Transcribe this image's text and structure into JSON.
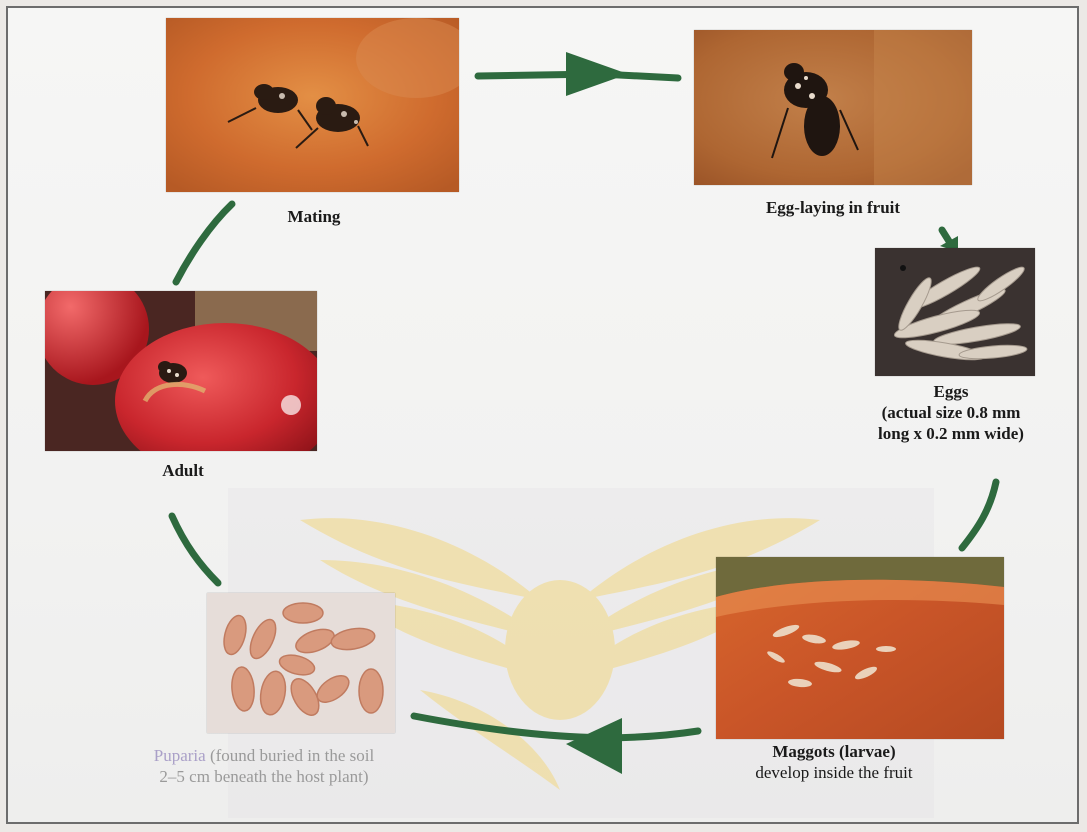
{
  "diagram": {
    "nodes": {
      "mating": {
        "label": "Mating"
      },
      "egg_laying": {
        "label": "Egg-laying in fruit"
      },
      "eggs": {
        "label": "Eggs",
        "detail_line1": "(actual size 0.8 mm",
        "detail_line2": "long x 0.2 mm wide)"
      },
      "maggots": {
        "label": "Maggots (larvae)",
        "detail": "develop inside the fruit"
      },
      "puparia": {
        "label": "Puparia",
        "detail_line1": "(found buried in the soil",
        "detail_line2": "2–5 cm beneath the host plant)"
      },
      "adult": {
        "label": "Adult"
      }
    },
    "cycle_order": [
      "mating",
      "egg_laying",
      "eggs",
      "maggots",
      "puparia",
      "adult"
    ],
    "colors": {
      "arrow": "#2e6a3e",
      "caption_text": "#1a1a1a",
      "faded_text": "#9a9a9a",
      "watermark_gold": "#f3d36a"
    }
  }
}
